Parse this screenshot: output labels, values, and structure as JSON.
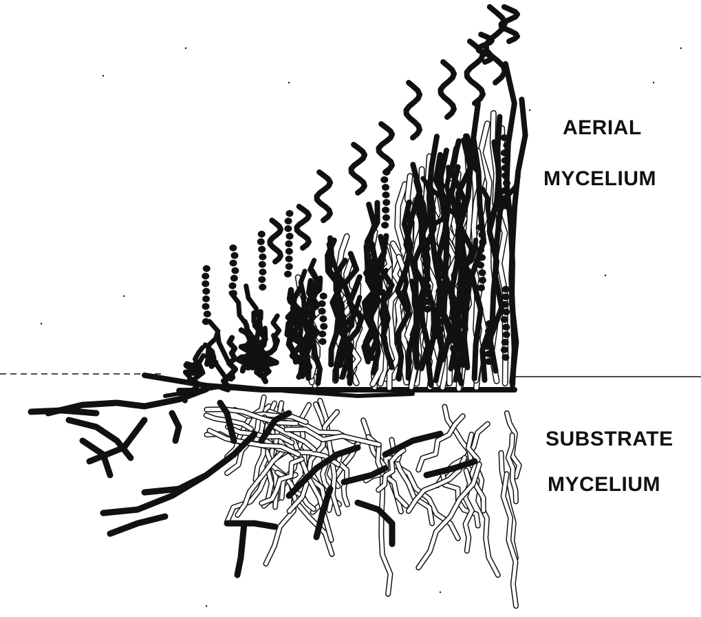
{
  "labels": {
    "aerial_line1": "AERIAL",
    "aerial_line2": "MYCELIUM",
    "substrate_line1": "SUBSTRATE",
    "substrate_line2": "MYCELIUM"
  },
  "colors": {
    "background": "#ffffff",
    "ink": "#111111",
    "hypha_fill_white": "#ffffff"
  }
}
